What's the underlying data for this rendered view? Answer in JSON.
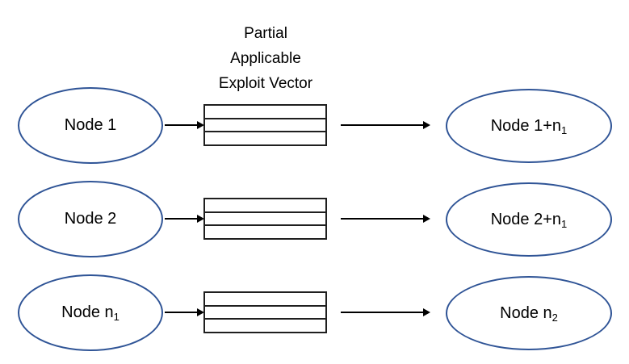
{
  "diagram": {
    "title_lines": [
      "Partial",
      "Applicable",
      "Exploit Vector"
    ],
    "title_full": "Partial Applicable Exploit Vector",
    "colors": {
      "background": "#FFFFFF",
      "ellipse_stroke": "#2F5496",
      "box_stroke": "#1F1F1F",
      "arrow": "#000000",
      "text": "#000000"
    },
    "vector_box_cells": 3,
    "rows": [
      {
        "left": {
          "text": "Node 1",
          "sub": ""
        },
        "right": {
          "text": "Node 1+n",
          "sub": "1"
        }
      },
      {
        "left": {
          "text": "Node 2",
          "sub": ""
        },
        "right": {
          "text": "Node 2+n",
          "sub": "1"
        }
      },
      {
        "left": {
          "text": "Node n",
          "sub": "1"
        },
        "right": {
          "text": "Node n",
          "sub": "2"
        }
      }
    ]
  }
}
